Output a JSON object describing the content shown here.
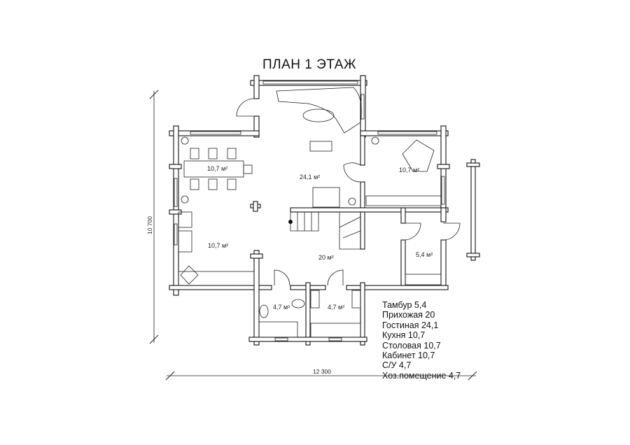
{
  "title": "ПЛАН 1 ЭТАЖ",
  "rooms": [
    {
      "area": "10,7 м²"
    },
    {
      "area": "24,1 м²"
    },
    {
      "area": "10,7 м²"
    },
    {
      "area": "10,7 м²"
    },
    {
      "area": "20 м²"
    },
    {
      "area": "5,4 м²"
    },
    {
      "area": "4,7 м²"
    },
    {
      "area": "4,7 м²"
    }
  ],
  "dimensions": {
    "height": "10 700",
    "width": "12 300"
  },
  "legend": [
    "Тамбур 5,4",
    "Прихожая 20",
    "Гостиная 24,1",
    "Кухня 10,7",
    "Столовая 10,7",
    "Кабинет 10,7",
    "С/У 4,7",
    "Хоз.помещение 4,7"
  ]
}
